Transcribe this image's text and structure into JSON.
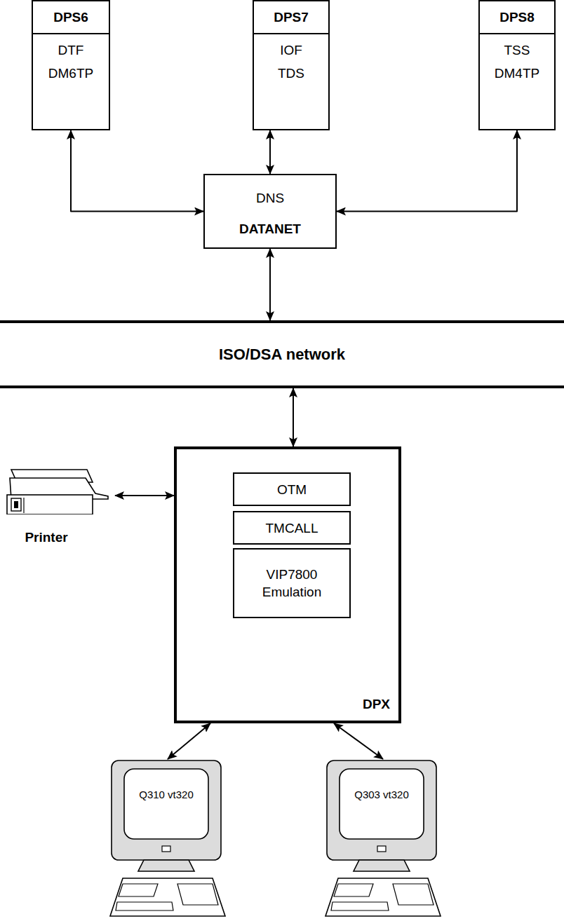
{
  "diagram": {
    "nodes": [
      {
        "text": [
          "DPS6",
          "DTF DM6TP"
        ]
      },
      {
        "text": [
          "DPS7",
          "IOF TDS"
        ]
      },
      {
        "text": [
          "DPS8",
          "TSS DM4TP"
        ]
      },
      {
        "text": [
          "DNS",
          "DATANET"
        ]
      },
      {
        "text": [
          "ISO/DSA network"
        ]
      },
      {
        "text": [
          "DPX"
        ]
      },
      {
        "text": [
          "OTM"
        ],
        "in": 5
      },
      {
        "text": [
          "TMCALL"
        ],
        "in": 5
      },
      {
        "text": [
          "VIP7800 Emulation"
        ],
        "in": 5
      },
      {
        "text": [
          "Printer"
        ]
      },
      {
        "text": [
          "Q310 vt320"
        ]
      },
      {
        "text": [
          "Q303 vt320"
        ]
      }
    ],
    "edges": [
      {
        "from": 0,
        "to": 3,
        "arrow": "both"
      },
      {
        "from": 1,
        "to": 3,
        "arrow": "both"
      },
      {
        "from": 2,
        "to": 3,
        "arrow": "both"
      },
      {
        "from": 3,
        "to": 4,
        "arrow": "both"
      },
      {
        "from": 4,
        "to": 5,
        "arrow": "both"
      },
      {
        "from": 5,
        "to": 9,
        "arrow": "both"
      },
      {
        "from": 5,
        "to": 10,
        "arrow": "both"
      },
      {
        "from": 5,
        "to": 11,
        "arrow": "both"
      }
    ]
  }
}
